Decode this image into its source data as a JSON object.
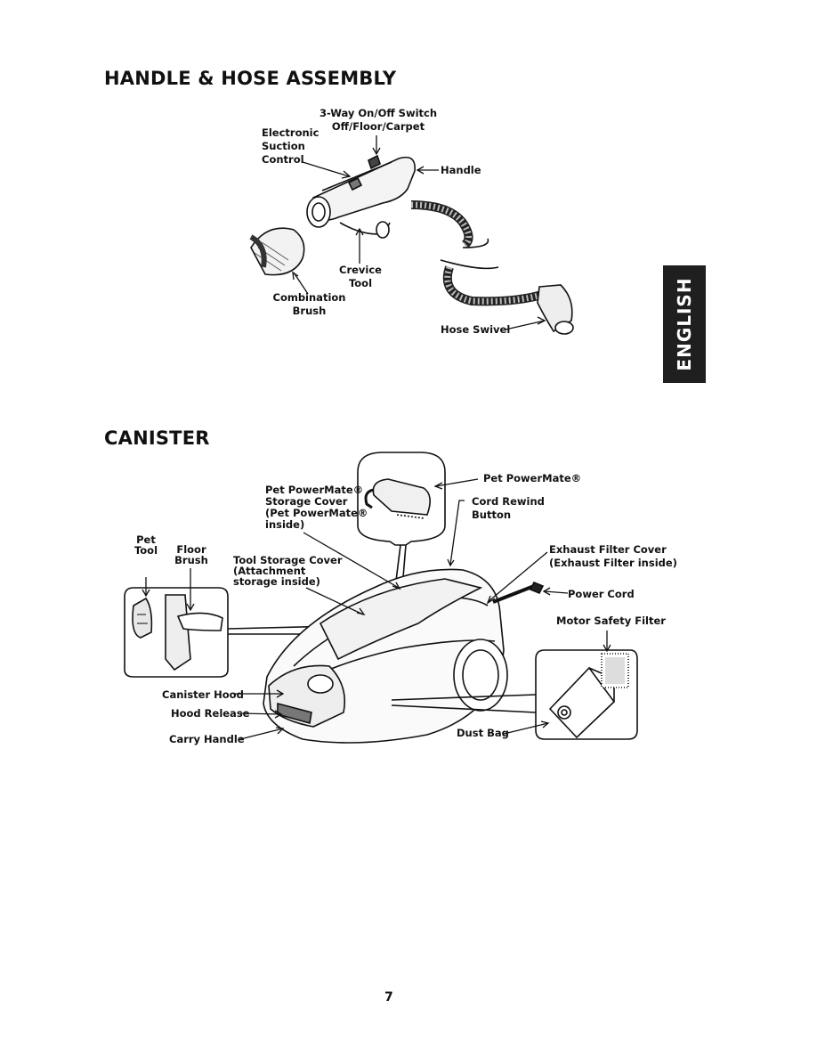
{
  "sections": {
    "hose_title": "HANDLE & HOSE ASSEMBLY",
    "canister_title": "CANISTER"
  },
  "side_tab": "ENGLISH",
  "hose_labels": {
    "switch_line1": "3-Way On/Off Switch",
    "switch_line2": "Off/Floor/Carpet",
    "electronic_line1": "Electronic",
    "electronic_line2": "Suction",
    "electronic_line3": "Control",
    "handle": "Handle",
    "crevice_line1": "Crevice",
    "crevice_line2": "Tool",
    "combination_line1": "Combination",
    "combination_line2": "Brush",
    "hose_swivel": "Hose Swivel"
  },
  "canister_labels": {
    "pet_powermate": "Pet PowerMate®",
    "storage_line1": "Pet PowerMate®",
    "storage_line2": "Storage Cover",
    "storage_line3": "(Pet PowerMate®",
    "storage_line4": "inside)",
    "cord_rewind_line1": "Cord Rewind",
    "cord_rewind_line2": "Button",
    "pet_tool_line1": "Pet",
    "pet_tool_line2": "Tool",
    "floor_brush_line1": "Floor",
    "floor_brush_line2": "Brush",
    "tool_storage_line1": "Tool Storage Cover",
    "tool_storage_line2": "(Attachment",
    "tool_storage_line3": "storage inside)",
    "exhaust_line1": "Exhaust Filter Cover",
    "exhaust_line2": "(Exhaust Filter inside)",
    "power_cord": "Power Cord",
    "motor_filter": "Motor Safety Filter",
    "canister_hood": "Canister Hood",
    "hood_release": "Hood Release",
    "carry_handle": "Carry Handle",
    "dust_bag": "Dust Bag"
  },
  "page_number": "7"
}
